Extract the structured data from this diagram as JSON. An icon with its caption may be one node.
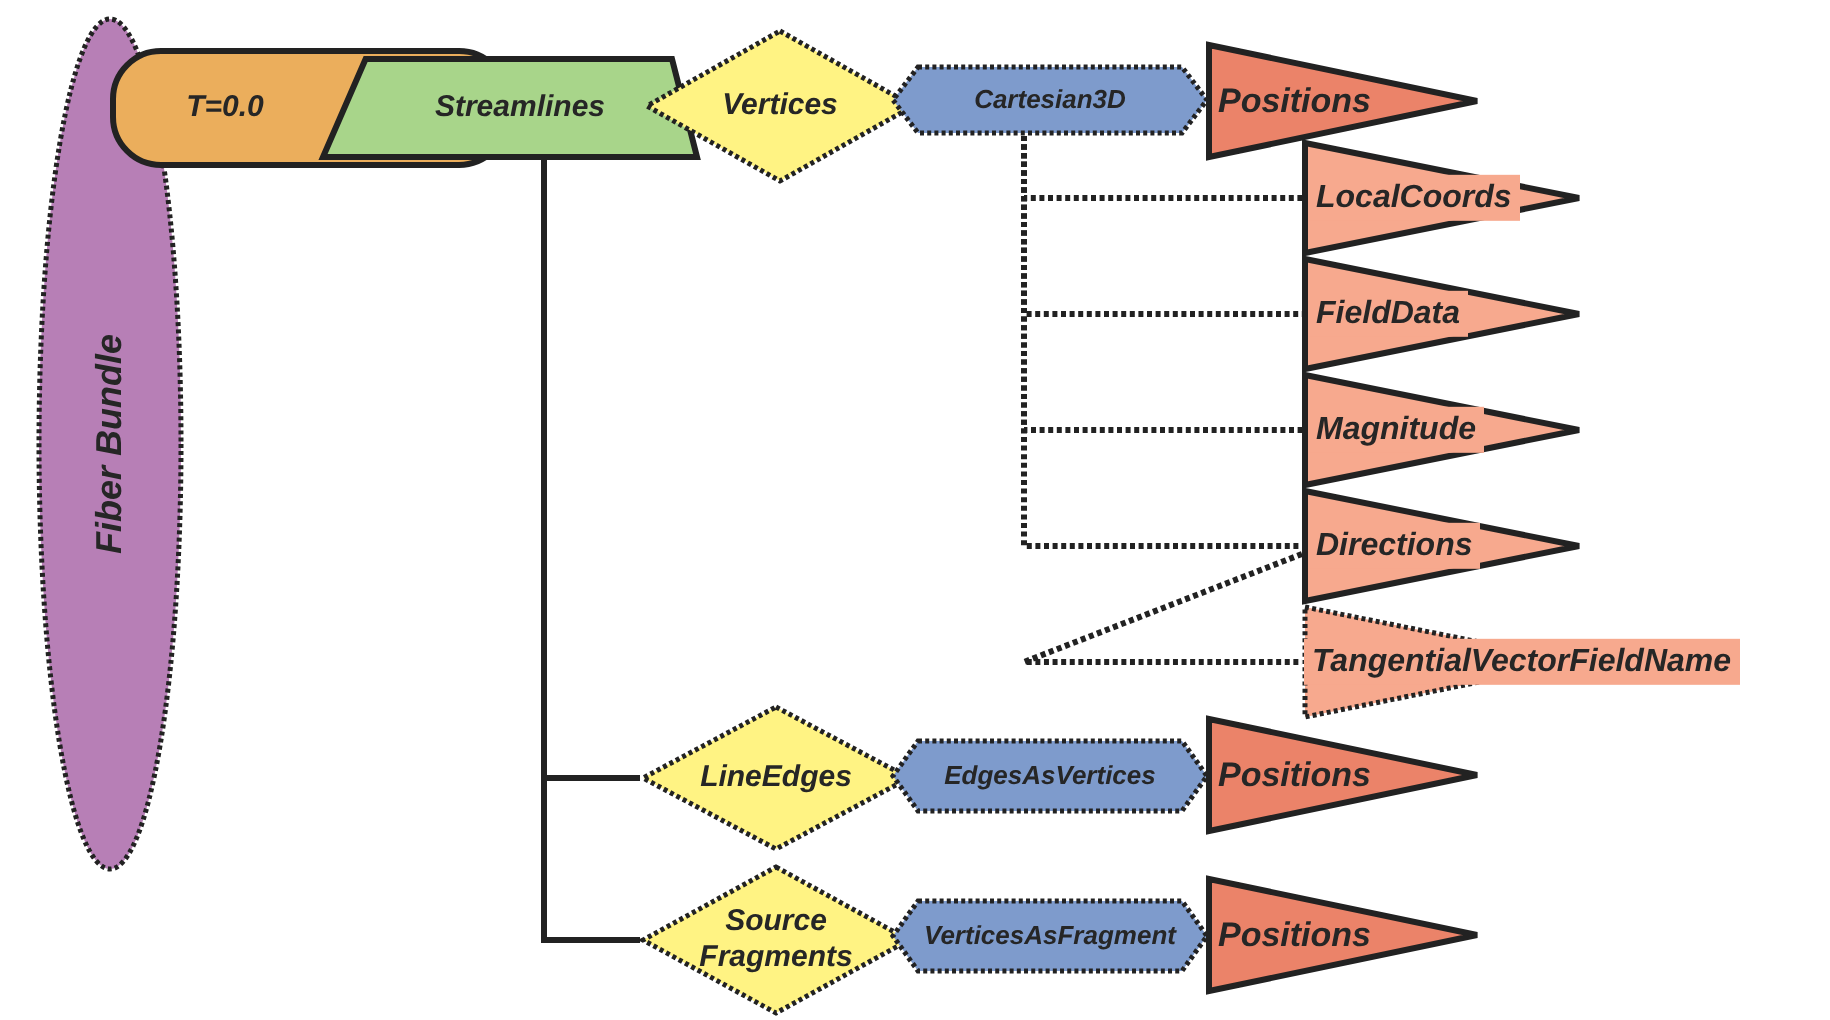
{
  "diagram": {
    "nodes": [
      {
        "text": [
          "Fiber Bundle"
        ]
      },
      {
        "text": [
          "T=0.0"
        ]
      },
      {
        "text": [
          "Streamlines"
        ]
      },
      {
        "text": [
          "Vertices"
        ]
      },
      {
        "text": [
          "Cartesian3D"
        ]
      },
      {
        "text": [
          "Positions"
        ]
      },
      {
        "text": [
          "LocalCoords"
        ]
      },
      {
        "text": [
          "FieldData"
        ]
      },
      {
        "text": [
          "Magnitude"
        ]
      },
      {
        "text": [
          "Directions"
        ]
      },
      {
        "text": [
          "TangentialVectorFieldName"
        ]
      },
      {
        "text": [
          "LineEdges"
        ]
      },
      {
        "text": [
          "EdgesAsVertices"
        ]
      },
      {
        "text": [
          "Positions"
        ]
      },
      {
        "text": [
          "Source Fragments"
        ]
      },
      {
        "text": [
          "VerticesAsFragment"
        ]
      },
      {
        "text": [
          "Positions"
        ]
      }
    ],
    "edges": [
      {
        "from": 2,
        "to": 11,
        "arrow": "none"
      },
      {
        "from": 2,
        "to": 14,
        "arrow": "none"
      },
      {
        "from": 4,
        "to": 6,
        "arrow": "none",
        "style": "dashed"
      },
      {
        "from": 4,
        "to": 7,
        "arrow": "none",
        "style": "dashed"
      },
      {
        "from": 4,
        "to": 8,
        "arrow": "none",
        "style": "dashed"
      },
      {
        "from": 4,
        "to": 9,
        "arrow": "none",
        "style": "dashed"
      },
      {
        "from": 9,
        "to": 10,
        "arrow": "none",
        "style": "dashed"
      }
    ]
  }
}
